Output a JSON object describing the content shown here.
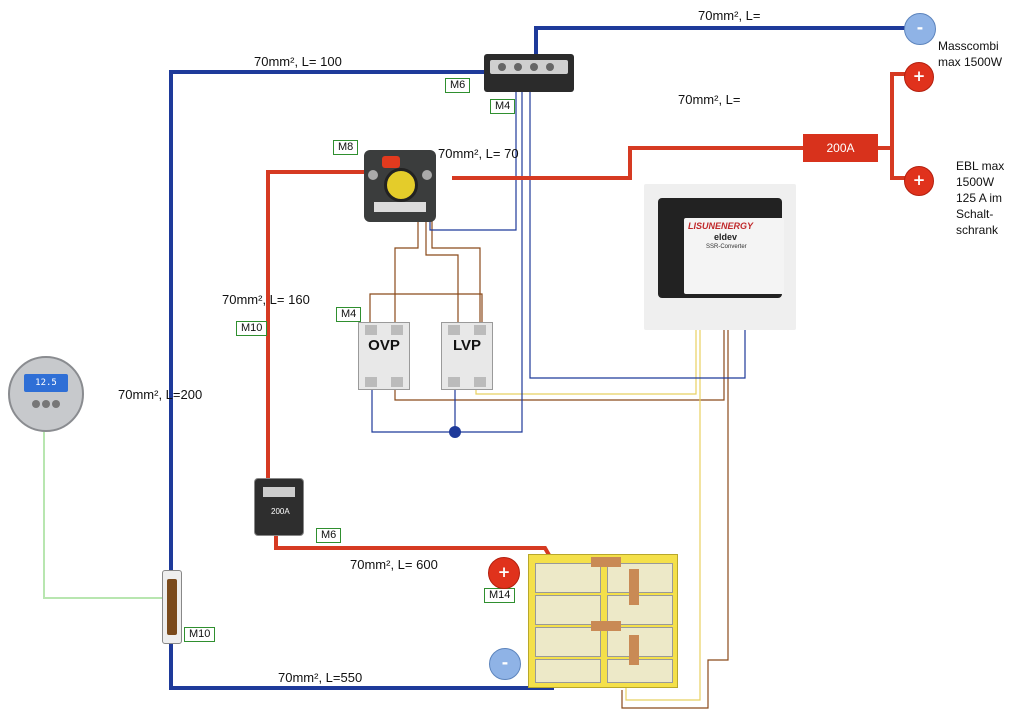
{
  "labels": {
    "top_right_cable": "70mm², L=",
    "top_left_cable": "70mm², L= 100",
    "right_mid_cable": "70mm², L=",
    "relay_cable": "70mm², L= 70",
    "left_fuse_cable": "70mm², L= 160",
    "left_main_cable": "70mm², L=200",
    "bottom_red_cable": "70mm², L= 600",
    "bottom_blue_cable": "70mm², L=550"
  },
  "tags": {
    "busbar_m6": "M6",
    "busbar_m4": "M4",
    "relay_m8": "M8",
    "relays_m4": "M4",
    "fuse_m10": "M10",
    "fuse_m6": "M6",
    "battery_m14": "M14",
    "shunt_m10": "M10"
  },
  "right_panel": {
    "masscombi": "Masscombi\nmax 1500W",
    "ebl": "EBL max\n1500W\n125 A im\nSchalt-\nschrank",
    "fuse_label": "200A"
  },
  "terminals": {
    "plus": "+",
    "minus": "-"
  },
  "relays": {
    "ovp": "OVP",
    "lvp": "LVP"
  },
  "converter": {
    "brand": "LISUNENERGY",
    "sub": "eldev",
    "model": "SSR-Converter"
  },
  "breaker_label": "200A",
  "monitor_display": "12.5",
  "colors": {
    "blue_wire": "#1e3a9a",
    "red_wire": "#d63a22",
    "brown_wire": "#8b4a1a",
    "yellow_wire": "#e8d060",
    "green_wire": "#b8e6b0",
    "tag_border": "#2f8f2f"
  }
}
